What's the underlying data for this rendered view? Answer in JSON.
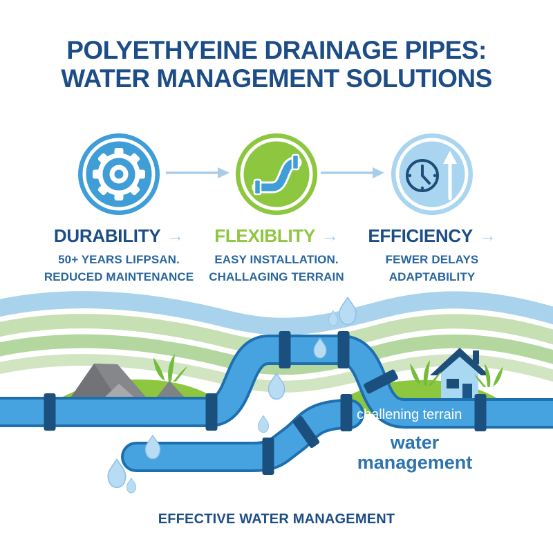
{
  "title": {
    "line1": "POLYETHYEINE DRAINAGE PIPES:",
    "line2": "WATER MANAGEMENT SOLUTIONS"
  },
  "features": [
    {
      "heading": "DURABILITY",
      "arrow": "→",
      "icon": "gear-icon",
      "lines": [
        "50+ YEARS LIFPSAN.",
        "REDUCED MAINTENANCE"
      ],
      "circle_color": "#3f9dd8",
      "heading_color": "#1d4d86"
    },
    {
      "heading": "FLEXIBLITY",
      "arrow": "→",
      "icon": "flexible-pipe-icon",
      "lines": [
        "EASY INSTALLATION.",
        "CHALLAGING TERRAIN"
      ],
      "circle_color": "#8dc63f",
      "heading_color": "#8dc63f"
    },
    {
      "heading": "EFFICIENCY",
      "arrow": "→",
      "icon": "clock-up-icon",
      "lines": [
        "FEWER DELAYS",
        "ADAPTABILITY"
      ],
      "circle_color": "#a9d5f0",
      "heading_color": "#1d4d86"
    }
  ],
  "scene": {
    "pipe_label": "challening terrain",
    "watermark_line1": "water",
    "watermark_line2": "management"
  },
  "footer": {
    "caption": "EFFECTIVE WATER MANAGEMENT"
  },
  "colors": {
    "navy": "#1d4d86",
    "sub_blue": "#29669f",
    "green": "#8dc63f",
    "light_arrow": "#a9cde9",
    "icon_blue": "#3f9dd8",
    "icon_light_blue": "#a9d5f0",
    "pipe_fill": "#47a3e0",
    "pipe_edge": "#1e6fae",
    "coupling_navy": "#1a4f7e",
    "drop_blue": "#b9dcf5",
    "wave_blue": "#a9d3ed",
    "wave_green": "#b4d7a0",
    "grass_green": "#8dc63f",
    "rock_gray": "#717377",
    "house_wall": "#a9d8f2",
    "pipe_label_white": "#ffffff",
    "watermark_blue": "#2d74b0"
  }
}
